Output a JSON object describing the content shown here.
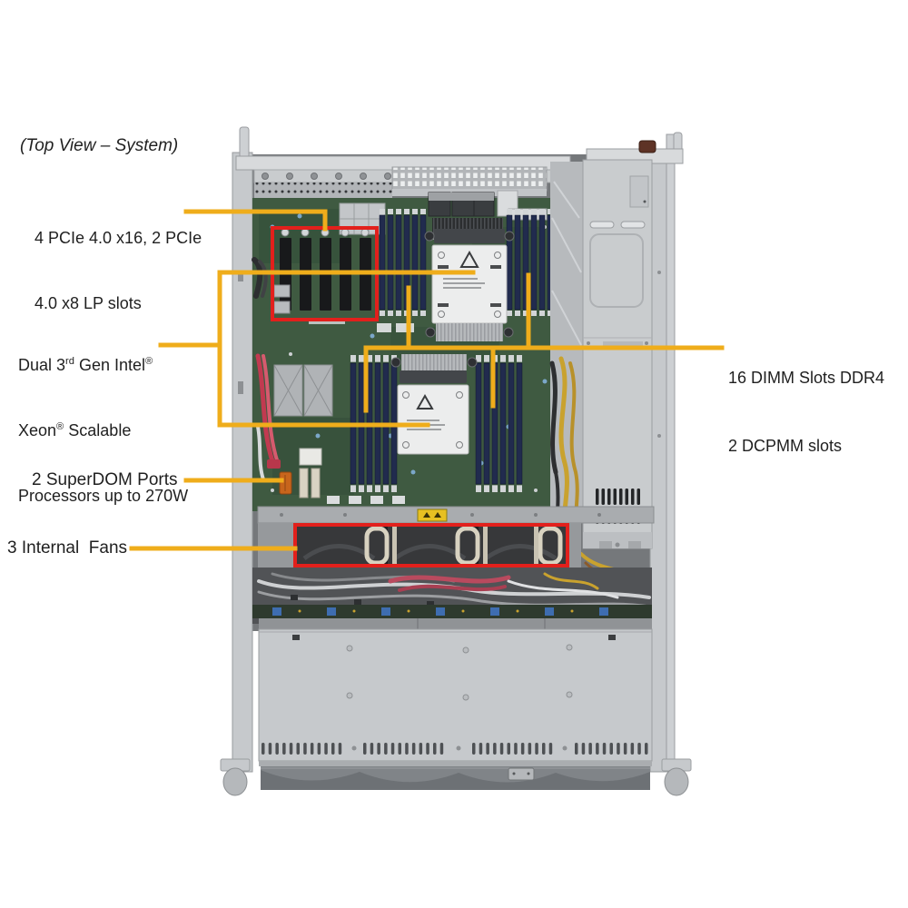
{
  "figure": {
    "title": "(Top View – System)"
  },
  "annotations": {
    "pcie": {
      "line1": "4 PCIe 4.0 x16, 2 PCIe",
      "line2": "4.0 x8 LP slots"
    },
    "cpu": {
      "line1_a": "Dual 3",
      "line1_sup": "rd",
      "line1_b": " Gen Intel",
      "line1_reg": "®",
      "line2_a": "Xeon",
      "line2_reg": "®",
      "line2_b": " Scalable",
      "line3": "Processors up to 270W"
    },
    "dimm": {
      "line1": "16 DIMM Slots DDR4",
      "line2": "2 DCPMM slots"
    },
    "superdom": {
      "label": "2 SuperDOM Ports"
    },
    "fans": {
      "label": "3 Internal  Fans"
    }
  },
  "colors": {
    "leader_line": "#EFAD1B",
    "highlight_box": "#E2201C",
    "chassis_silver": "#C6C9CC",
    "pcb_green": "#3F5A41",
    "dimm_slot_blue": "#212B4E",
    "text": "#1F1F1F"
  }
}
